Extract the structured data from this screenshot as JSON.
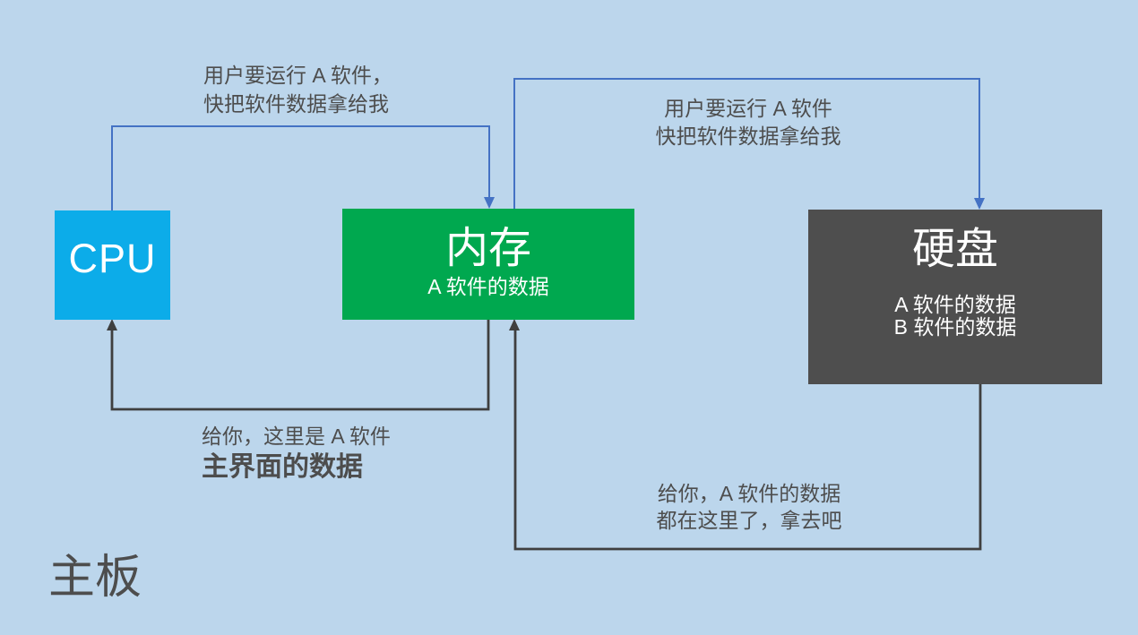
{
  "motherboard_label": "主板",
  "colors": {
    "background": "#BCD6EC",
    "cpu_box": "#0CACE9",
    "memory_box": "#00A84F",
    "disk_box": "#4E4E4E",
    "request_line": "#4472C4",
    "data_line": "#3F3F3F",
    "note_text": "#4D4D4D"
  },
  "boxes": {
    "cpu": {
      "title": "CPU"
    },
    "memory": {
      "title": "内存",
      "items": [
        "A 软件的数据"
      ]
    },
    "disk": {
      "title": "硬盘",
      "items": [
        "A 软件的数据",
        "B 软件的数据"
      ]
    }
  },
  "notes": {
    "cpu_request": {
      "line1": "用户要运行 A 软件，",
      "line2": "快把软件数据拿给我"
    },
    "memory_request": {
      "line1": "用户要运行 A 软件",
      "line2": "快把软件数据拿给我"
    },
    "memory_reply": {
      "line1": "给你，这里是 A 软件",
      "line2": "主界面的数据"
    },
    "disk_reply": {
      "line1": "给你，A 软件的数据",
      "line2": "都在这里了，拿去吧"
    }
  }
}
